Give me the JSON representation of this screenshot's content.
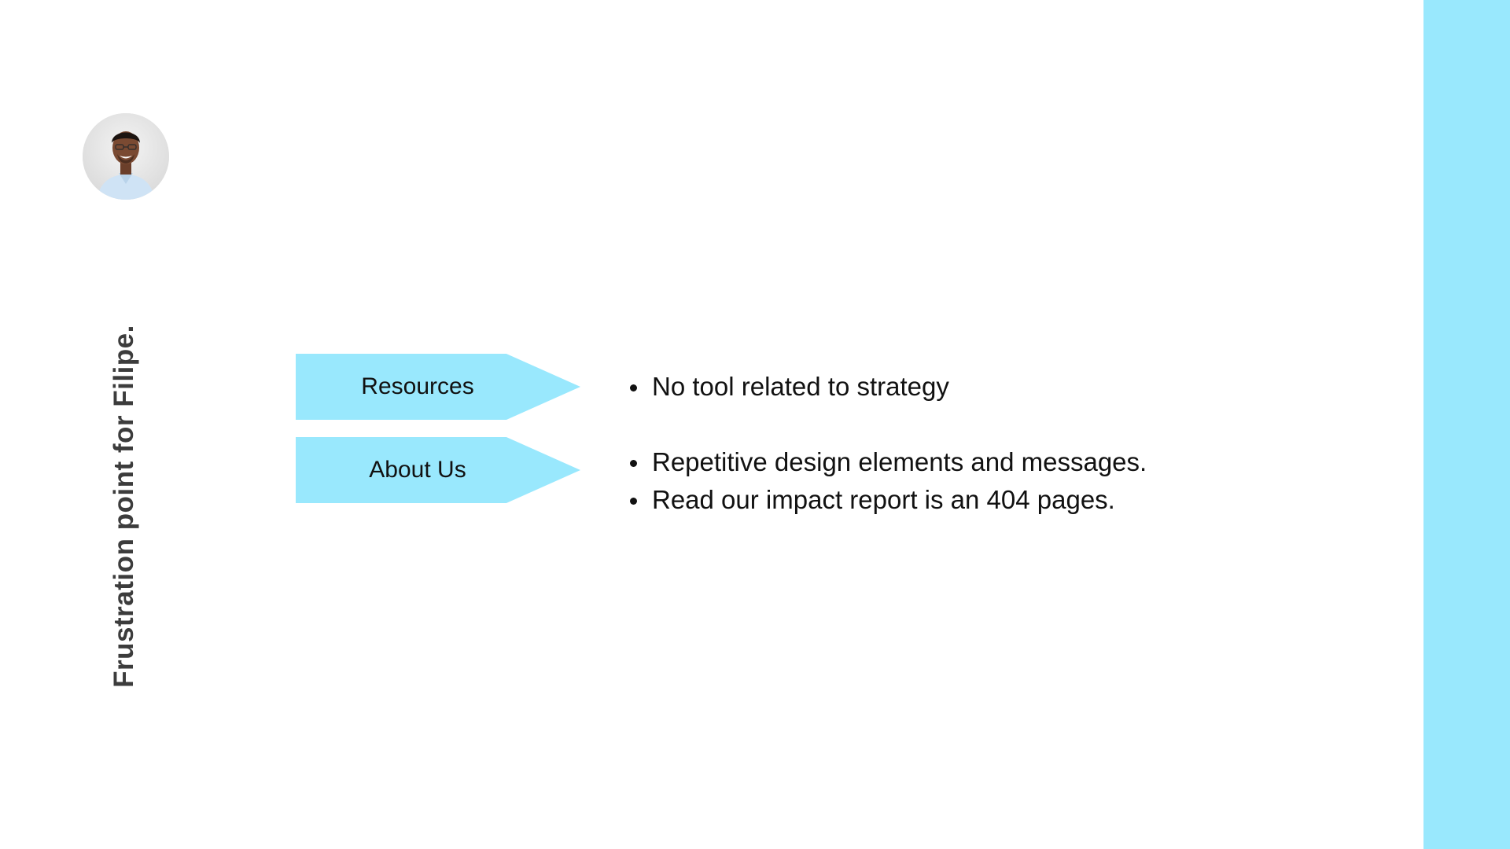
{
  "slide": {
    "vertical_title": "Frustration point for Filipe.",
    "accent_color": "#99e8fd",
    "avatar_icon": "person-portrait"
  },
  "rows": [
    {
      "tag_label": "Resources",
      "points": [
        "No tool related to strategy"
      ]
    },
    {
      "tag_label": "About Us",
      "points": [
        "Repetitive design elements and messages.",
        "Read our impact report is an 404 pages."
      ]
    }
  ]
}
